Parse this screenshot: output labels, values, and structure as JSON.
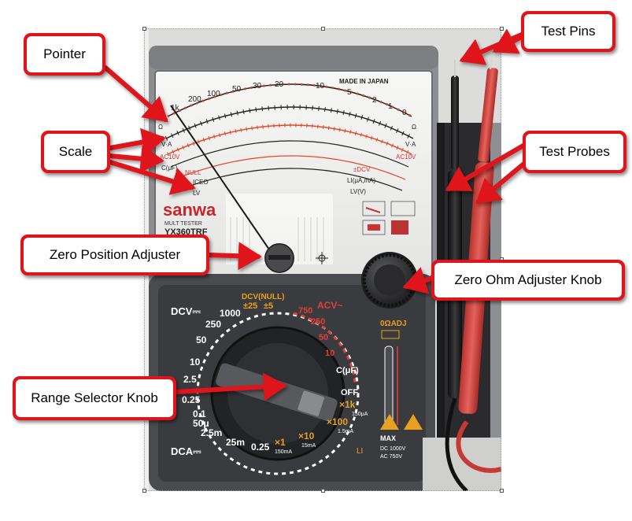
{
  "callouts": {
    "pointer": "Pointer",
    "scale": "Scale",
    "zero_position_adjuster": "Zero Position Adjuster",
    "range_selector_knob": "Range Selector Knob",
    "test_pins": "Test Pins",
    "test_probes": "Test Probes",
    "zero_ohm_adjuster_knob": "Zero Ohm Adjuster Knob"
  },
  "meter_face": {
    "made_in": "MADE IN JAPAN",
    "brand": "sanwa",
    "model_caption": "MULT TESTER",
    "model": "YX360TRF",
    "ohm_scale_marks": [
      "1k",
      "200",
      "100",
      "50",
      "30",
      "20",
      "10",
      "5",
      "2",
      "1",
      "0"
    ],
    "scale_labels_left": [
      "Ω",
      "V·A",
      "AC10V",
      "C(μF)",
      "NULL",
      "ICEO",
      "LV"
    ],
    "scale_labels_right": [
      "Ω",
      "V·A",
      "AC10V",
      "±DCV",
      "LI(μA,mA)",
      "LV(V)"
    ]
  },
  "dial": {
    "dcv_label": "DCV⎓",
    "dcv_null_label": "DCV(NULL)",
    "dcv_null_values": [
      "±25",
      "±5"
    ],
    "acv_label": "ACV~",
    "dcv_ranges": [
      "1000",
      "250",
      "50",
      "10",
      "2.5",
      "0.25",
      "0.1",
      "50μ"
    ],
    "acv_ranges": [
      "750",
      "250",
      "50",
      "10"
    ],
    "dca_label": "DCA⎓",
    "dca_ranges": [
      "2.5m",
      "25m",
      "0.25"
    ],
    "ohm_ranges": [
      "×1k",
      "×100",
      "×10",
      "×1"
    ],
    "ohm_sub": [
      "150μA",
      "1.5mA",
      "15mA",
      "150mA"
    ],
    "cap_label": "C(μF)",
    "off_label": "OFF",
    "zero_adj": "0ΩADJ",
    "max_label": "MAX",
    "max_values": [
      "DC 1000V",
      "AC 750V"
    ],
    "li_label": "LI"
  },
  "colors": {
    "callout_red": "#e0141b",
    "case_dark": "#4a4b4e",
    "case_grey": "#8e8f92",
    "probe_red": "#d8453f",
    "probe_black": "#1c1c1c",
    "dial_orange": "#e8a020",
    "dial_red": "#e0403a"
  }
}
